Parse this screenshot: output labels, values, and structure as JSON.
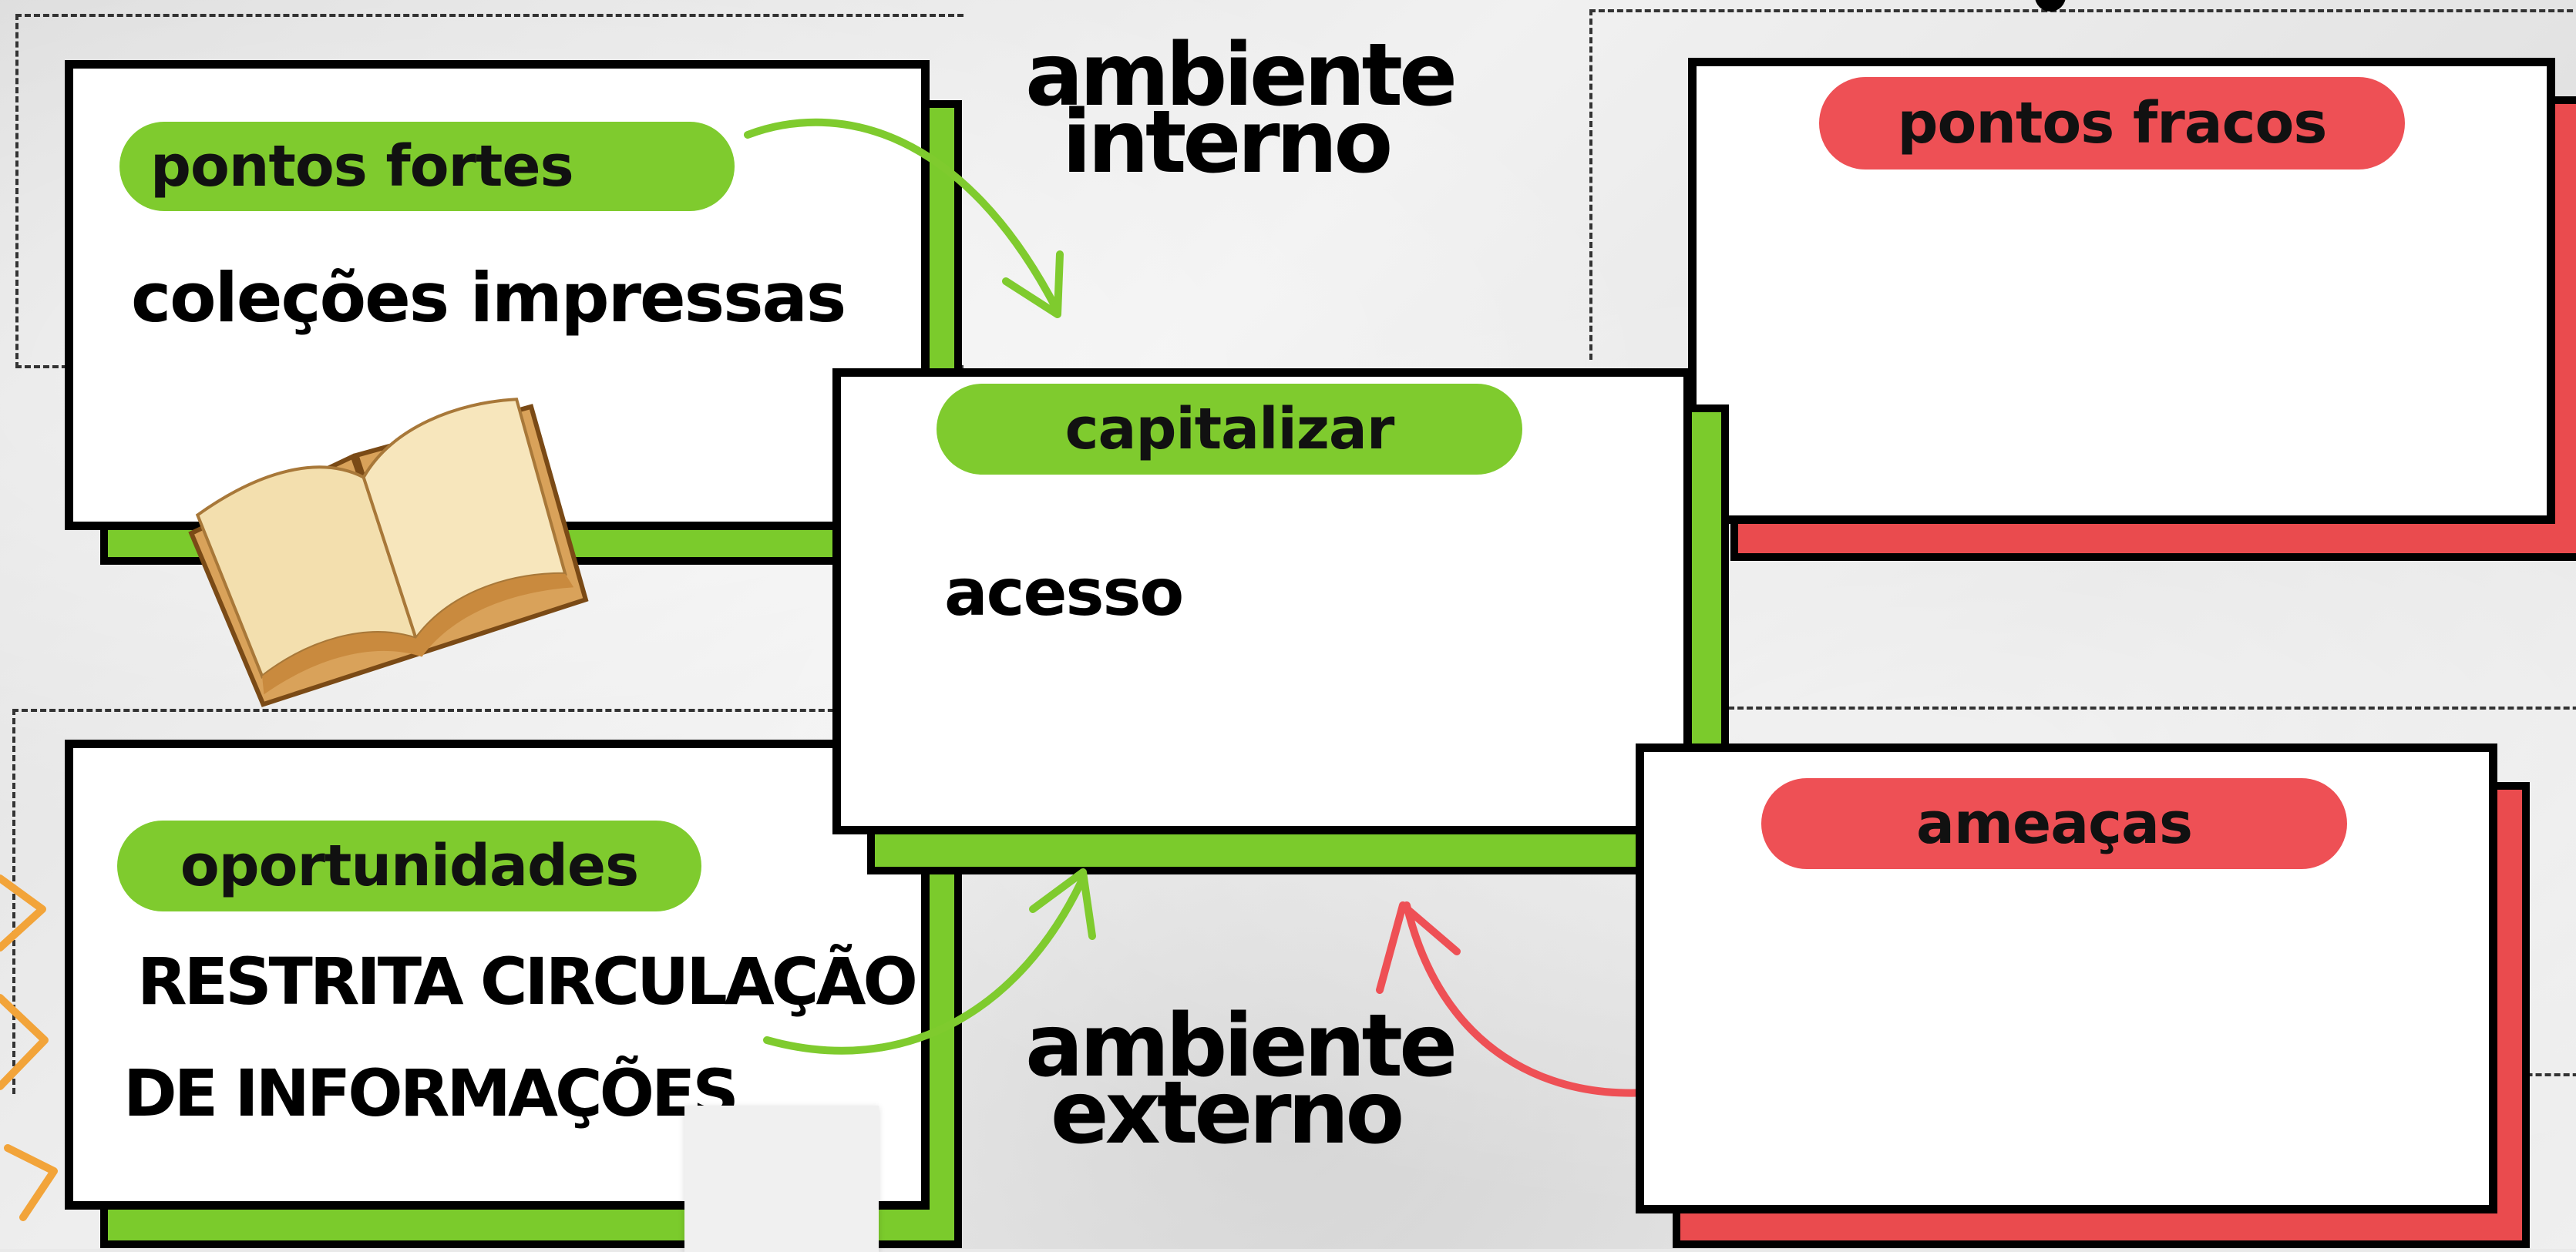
{
  "labels": {
    "pontos_fortes": "pontos fortes",
    "pontos_fracos": "pontos fracos",
    "oportunidades": "oportunidades",
    "ameacas": "ameaças",
    "capitalizar": "capitalizar",
    "ambiente_interno": [
      "ambiente",
      "interno"
    ],
    "ambiente_externo": [
      "ambiente",
      "externo"
    ]
  },
  "contents": {
    "pontos_fortes": "coleções impressas",
    "capitalizar": "acesso",
    "oportunidades_line1": "RESTRITA CIRCULAÇÃO",
    "oportunidades_line2": "DE INFORMAÇÕES"
  },
  "colors": {
    "green": "#7fcb2e",
    "red": "#ee5055",
    "orange": "#f2a43a",
    "black": "#000000"
  },
  "icons": [
    "open-book-image",
    "curved-arrow",
    "orange-chevron"
  ]
}
